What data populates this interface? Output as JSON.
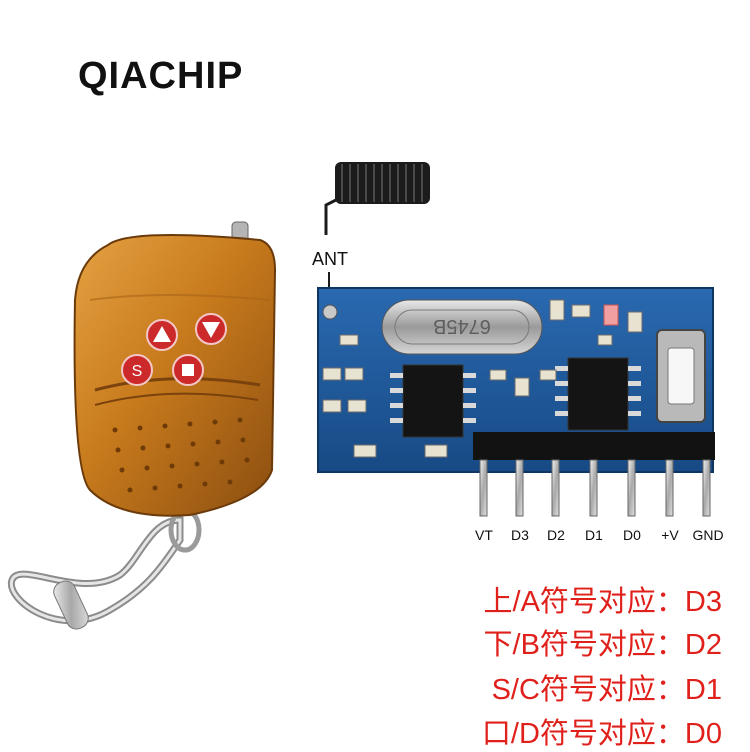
{
  "brand": "QIACHIP",
  "antenna_label": "ANT",
  "crystal_marking": "6745B",
  "remote_buttons": [
    {
      "label": "",
      "icon": "up-arrow-icon"
    },
    {
      "label": "",
      "icon": "down-arrow-icon"
    },
    {
      "label": "S",
      "icon": ""
    },
    {
      "label": "",
      "icon": "stop-square-icon"
    }
  ],
  "pins": [
    "VT",
    "D3",
    "D2",
    "D1",
    "D0",
    "+V",
    "GND"
  ],
  "mapping": [
    "上/A符号对应：D3",
    "下/B符号对应：D2",
    "S/C符号对应：D1",
    "口/D符号对应：D0"
  ],
  "colors": {
    "mapping_text": "#e0201b",
    "pcb": "#1f5a9e",
    "remote_shell": "#c77a1c",
    "button_fill": "#cc2a2a"
  }
}
